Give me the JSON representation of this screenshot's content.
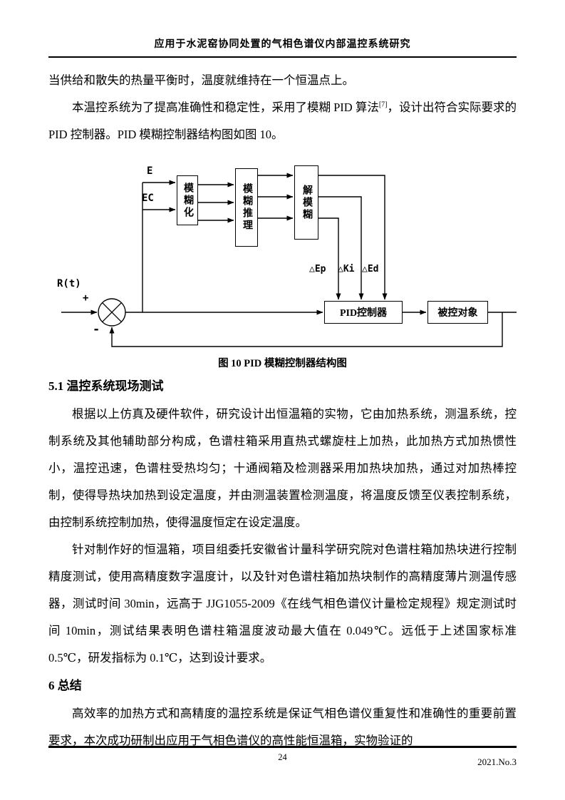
{
  "header": {
    "title": "应用于水泥窑协同处置的气相色谱仪内部温控系统研究"
  },
  "intro": {
    "p1": "当供给和散失的热量平衡时，温度就维持在一个恒温点上。",
    "p2_a": "本温控系统为了提高准确性和稳定性，采用了模糊 PID 算法",
    "p2_sup": "[7]",
    "p2_b": "，设计出符合实际要求的 PID 控制器。PID 模糊控制器结构图如图 10。"
  },
  "diagram": {
    "caption": "图 10  PID 模糊控制器结构图",
    "labels": {
      "input": "R(t)",
      "plus": "+",
      "minus": "-",
      "e": "E",
      "ec": "EC",
      "fuzzify": "模糊化",
      "inference": "模糊推理",
      "defuzzify": "解模糊",
      "d_ep": "△Ep",
      "d_ki": "△Ki",
      "d_ed": "△Ed",
      "pid": "PID控制器",
      "plant": "被控对象"
    }
  },
  "section_5_1": {
    "title": "5.1 温控系统现场测试",
    "p1": "根据以上仿真及硬件软件，研究设计出恒温箱的实物，它由加热系统，测温系统，控制系统及其他辅助部分构成，色谱柱箱采用直热式螺旋柱上加热，此加热方式加热惯性小，温控迅速，色谱柱受热均匀；十通阀箱及检测器采用加热块加热，通过对加热棒控制，使得导热块加热到设定温度，并由测温装置检测温度，将温度反馈至仪表控制系统，由控制系统控制加热，使得温度恒定在设定温度。",
    "p2": "针对制作好的恒温箱，项目组委托安徽省计量科学研究院对色谱柱箱加热块进行控制精度测试，使用高精度数字温度计，以及针对色谱柱箱加热块制作的高精度薄片测温传感器，测试时间 30min，远高于 JJG1055-2009《在线气相色谱仪计量检定规程》规定测试时间 10min，测试结果表明色谱柱箱温度波动最大值在 0.049℃。远低于上述国家标准 0.5℃，研发指标为 0.1℃，达到设计要求。"
  },
  "section_6": {
    "title": "6 总结",
    "p1": "高效率的加热方式和高精度的温控系统是保证气相色谱仪重复性和准确性的重要前置要求，本次成功研制出应用于气相色谱仪的高性能恒温箱，实物验证的"
  },
  "footer": {
    "page_number": "24",
    "issue": "2021.No.3"
  }
}
